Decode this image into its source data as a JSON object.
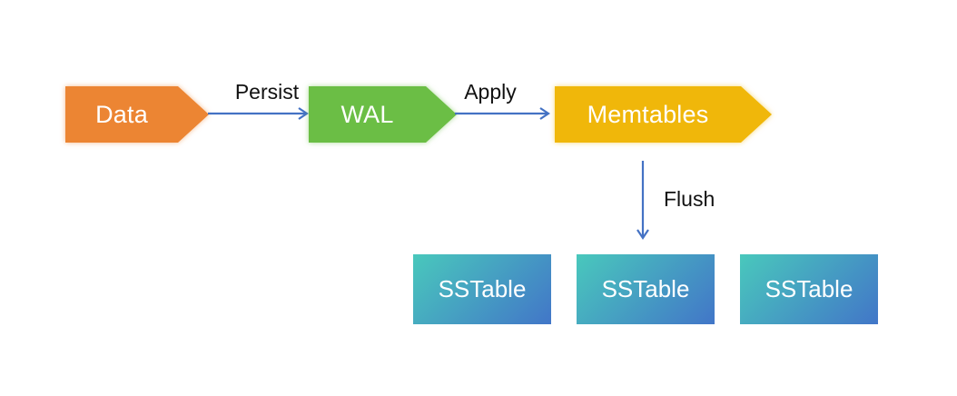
{
  "colors": {
    "node-data": "#EC8533",
    "node-wal": "#6BBE45",
    "node-memtables": "#F0B70A",
    "arrow": "#4472C4",
    "sstable-from": "#49C8BC",
    "sstable-to": "#4276C8",
    "label-text": "#111111",
    "node-text": "#FFFFFF",
    "background": "#FFFFFF"
  },
  "diagram": {
    "nodes": {
      "data": {
        "label": "Data"
      },
      "wal": {
        "label": "WAL"
      },
      "memtables": {
        "label": "Memtables"
      },
      "sstables": [
        {
          "label": "SSTable"
        },
        {
          "label": "SSTable"
        },
        {
          "label": "SSTable"
        }
      ]
    },
    "edges": {
      "persist": {
        "label": "Persist"
      },
      "apply": {
        "label": "Apply"
      },
      "flush": {
        "label": "Flush"
      }
    }
  }
}
